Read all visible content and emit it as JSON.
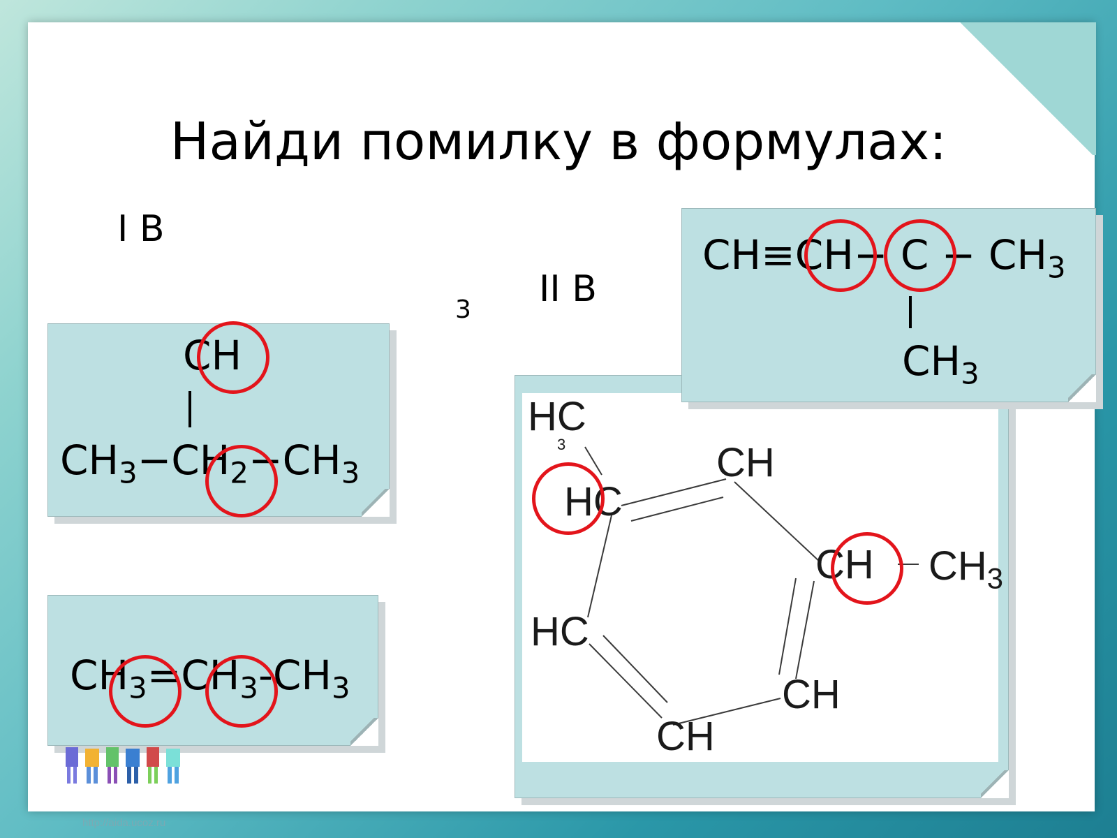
{
  "slide": {
    "title": "Найди помилку в формулах:",
    "footer_url": "http://aida.ucoz.ru",
    "variant_1_label": "I В",
    "variant_2_label": "II В",
    "stray_digit": "3",
    "highlight_color": "#e3141b",
    "card_color": "#bde0e2"
  },
  "formulas": {
    "f1": {
      "top_group": "CH",
      "chain": [
        "CH",
        "3",
        "−CH",
        "2",
        "−CH",
        "3"
      ]
    },
    "f2": {
      "chain": [
        "CH",
        "3",
        "=CH",
        "3",
        "-CH",
        "3"
      ]
    },
    "f3": {
      "chain": [
        "CH≡CH− C − CH",
        "3"
      ],
      "branch": [
        "CH",
        "3"
      ]
    },
    "f4": {
      "methyl_top": "HC",
      "methyl_top_sub": "3",
      "atom_hc_1": "HC",
      "atom_ch_top": "CH",
      "atom_ch_right": "CH",
      "methyl_right": "CH",
      "methyl_right_sub": "3",
      "atom_hc_2": "HC",
      "atom_ch_bottom_right": "CH",
      "atom_ch_bottom": "CH"
    }
  }
}
